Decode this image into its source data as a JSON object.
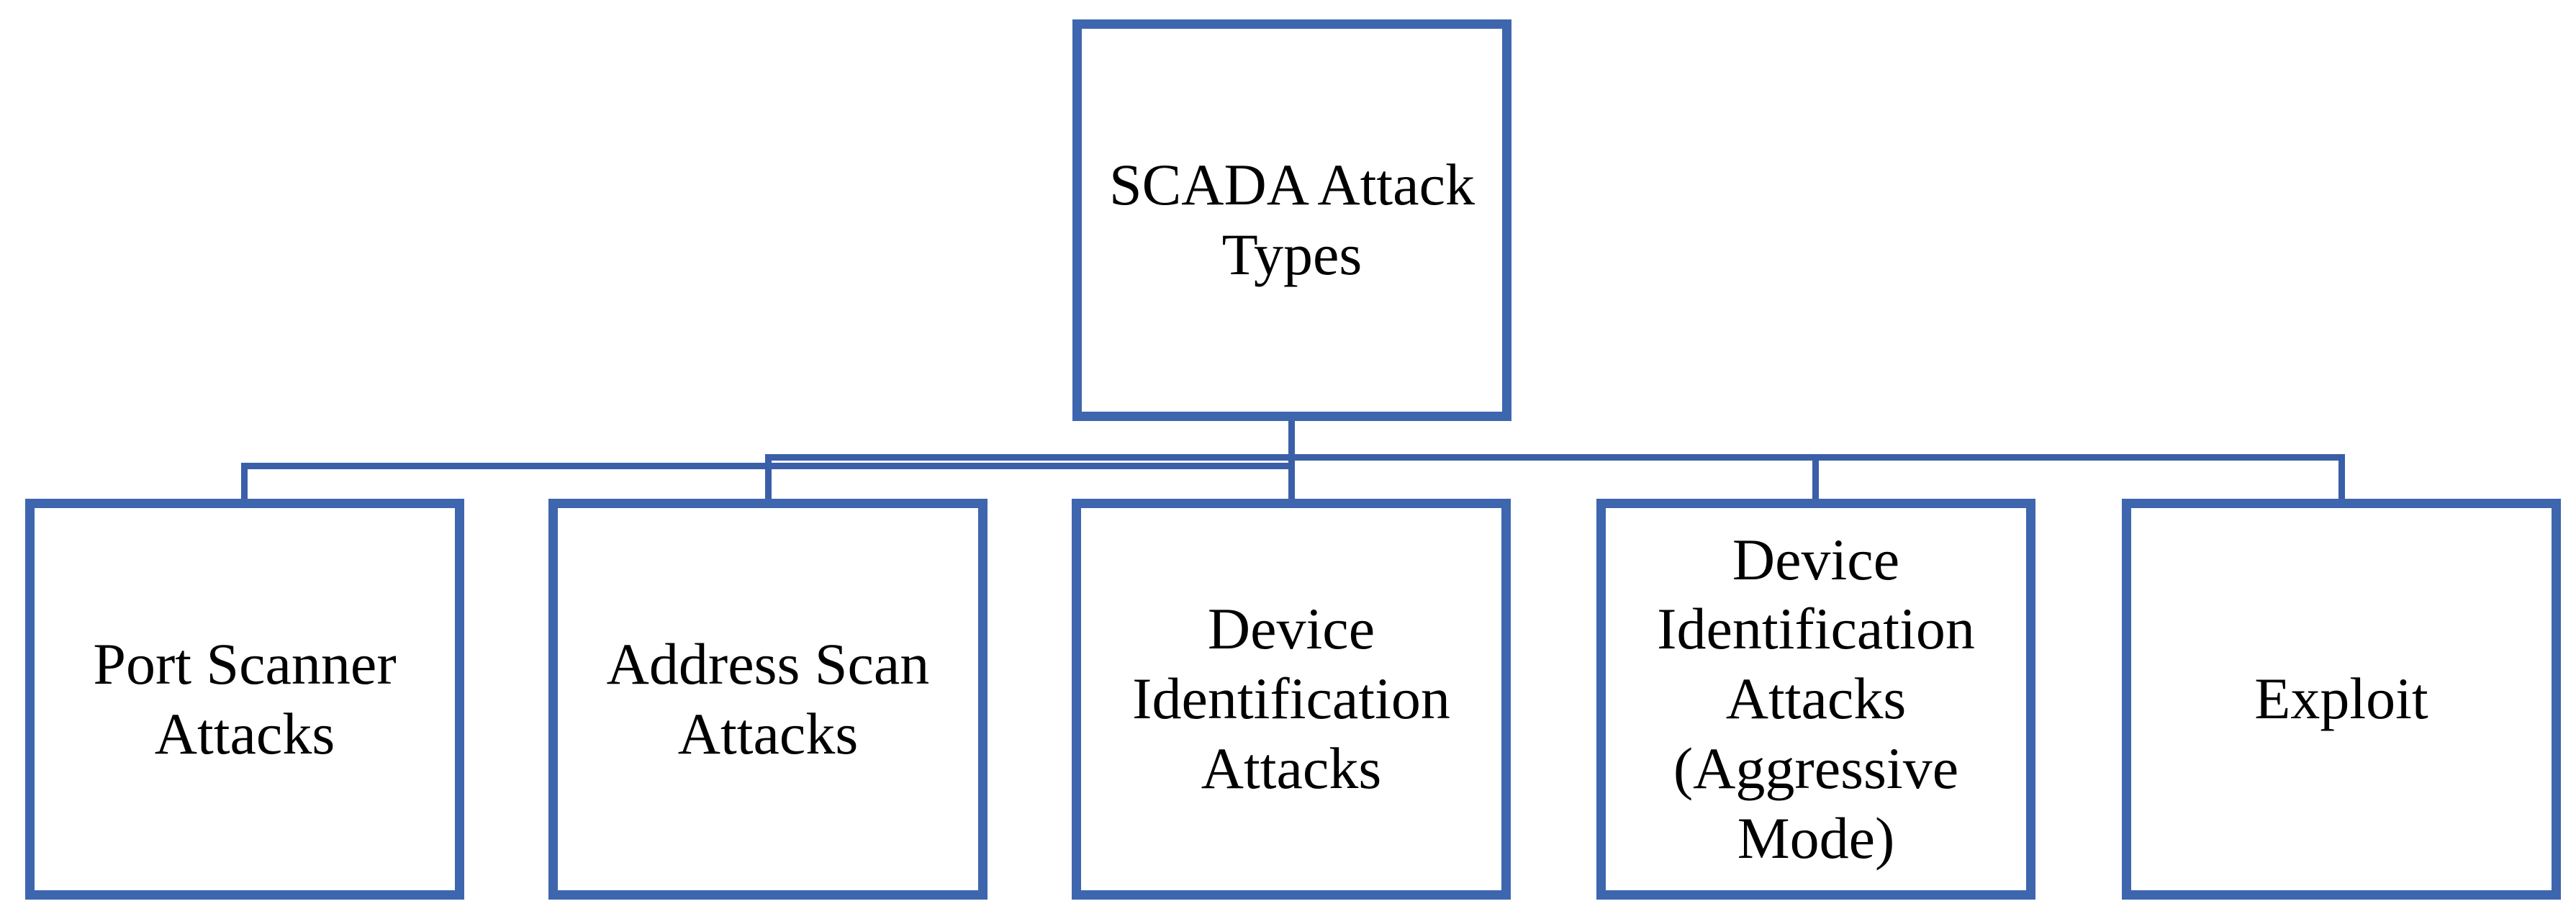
{
  "diagram": {
    "type": "hierarchy",
    "root": {
      "label": "SCADA Attack Types"
    },
    "children": [
      {
        "label": "Port Scanner Attacks"
      },
      {
        "label": "Address Scan Attacks"
      },
      {
        "label": "Device Identification Attacks"
      },
      {
        "label": "Device Identification Attacks (Aggressive Mode)"
      },
      {
        "label": "Exploit"
      }
    ],
    "colors": {
      "box_border": "#3e66ae",
      "connector": "#3a5fa8",
      "box_fill": "#ffffff",
      "text": "#000000",
      "background": "#ffffff"
    }
  }
}
